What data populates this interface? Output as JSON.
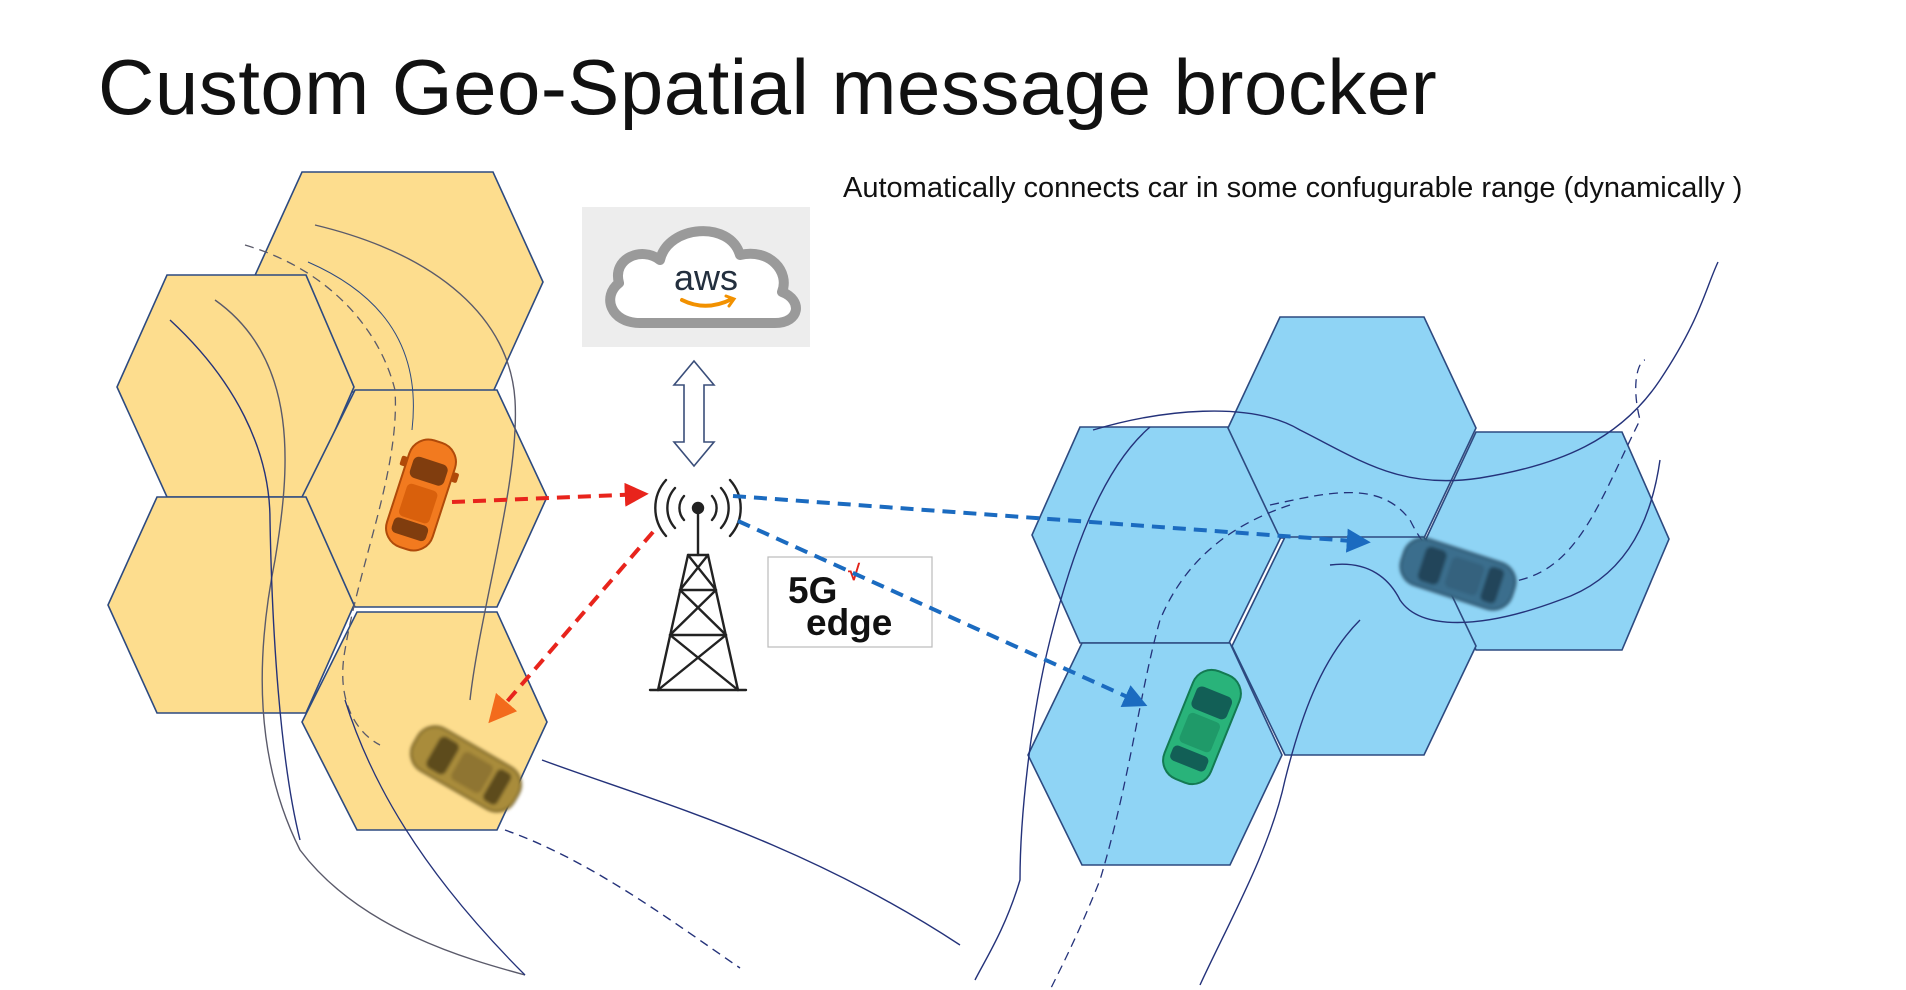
{
  "slide": {
    "title": "Custom Geo-Spatial message brocker",
    "subtitle": "Automatically connects car in some confugurable range (dynamically )"
  },
  "aws_logo": {
    "label": "aws"
  },
  "edge_logo": {
    "top": "5G",
    "bottom": "edge",
    "check": "√"
  },
  "colors": {
    "yellow_hex": "#fddd8e",
    "blue_hex": "#8fd4f5",
    "hex_stroke": "#2d4a80",
    "road_line": "#24327a",
    "red_arrow": "#e8241c",
    "blue_arrow": "#1b6bc0",
    "orange_arrowhead": "#f36b1c"
  },
  "icons": {
    "cloud": "cloud-icon",
    "tower": "cell-tower-icon",
    "bidirectional_arrow": "double-arrow-icon",
    "cars": [
      "orange-car-icon",
      "olive-car-icon",
      "green-car-icon",
      "dark-blue-car-icon"
    ]
  }
}
